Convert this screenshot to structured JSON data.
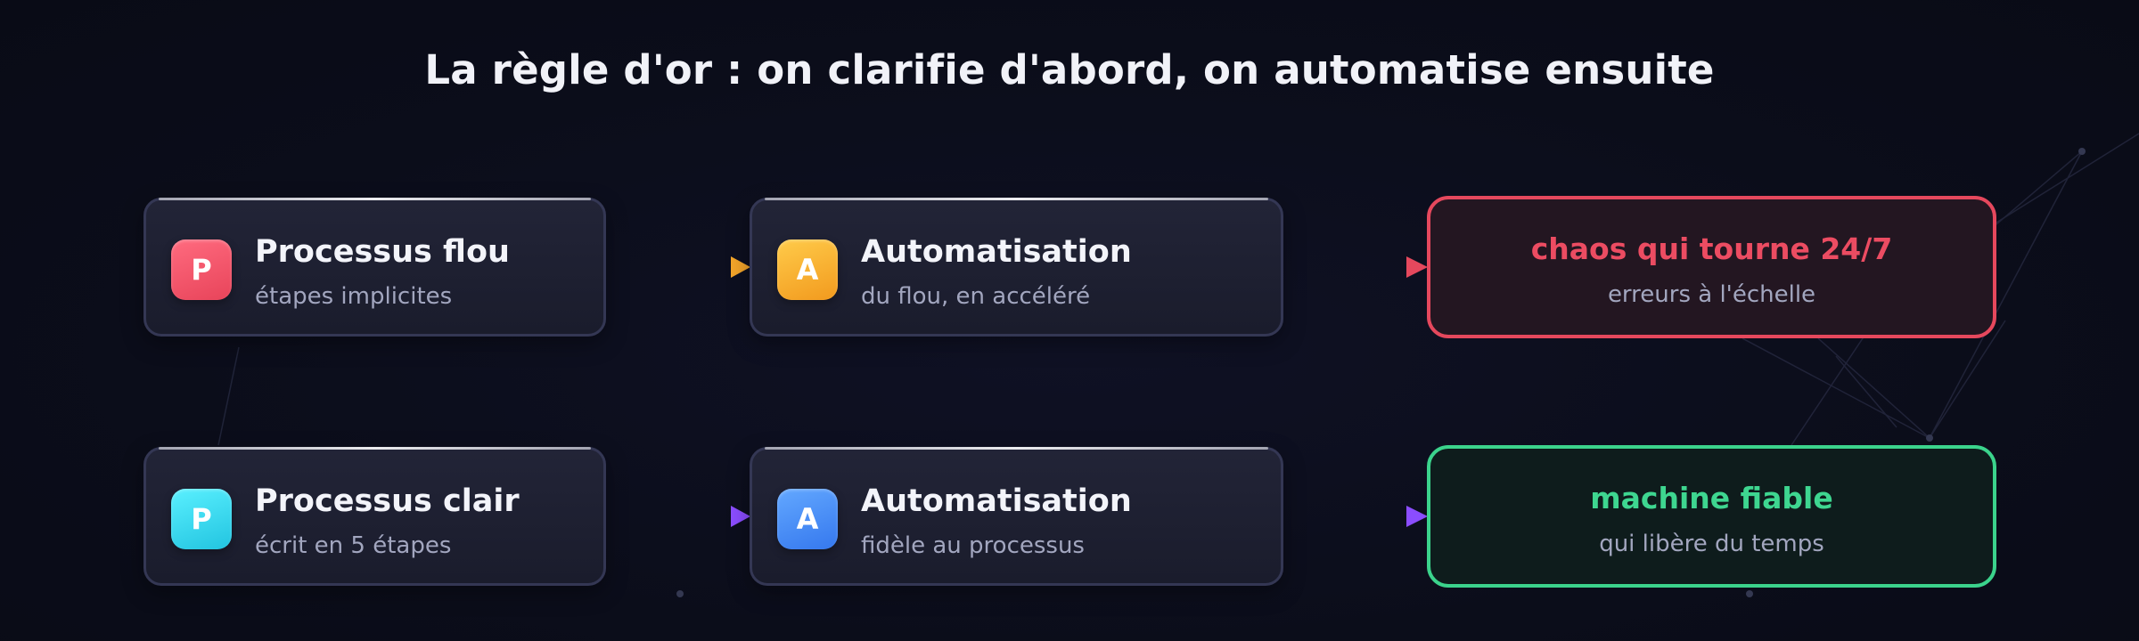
{
  "title": "La règle d'or : on clarifie d'abord, on automatise ensuite",
  "flows": [
    {
      "process": {
        "badge": "P",
        "title": "Processus flou",
        "subtitle": "étapes implicites"
      },
      "automation": {
        "badge": "A",
        "title": "Automatisation",
        "subtitle": "du flou, en accéléré"
      },
      "outcome": {
        "title": "chaos qui tourne 24/7",
        "subtitle": "erreurs à l'échelle"
      }
    },
    {
      "process": {
        "badge": "P",
        "title": "Processus clair",
        "subtitle": "écrit en 5 étapes"
      },
      "automation": {
        "badge": "A",
        "title": "Automatisation",
        "subtitle": "fidèle au processus"
      },
      "outcome": {
        "title": "machine fiable",
        "subtitle": "qui libère du temps"
      }
    }
  ],
  "colors": {
    "background": "#0b0d1a",
    "bad": "#e5485d",
    "good": "#3bd38c",
    "arrow_bad_start": "#e5485d",
    "arrow_bad_end": "#f4a52a",
    "arrow_good_start": "#3ad6ef",
    "arrow_good_end": "#8b4dff"
  }
}
